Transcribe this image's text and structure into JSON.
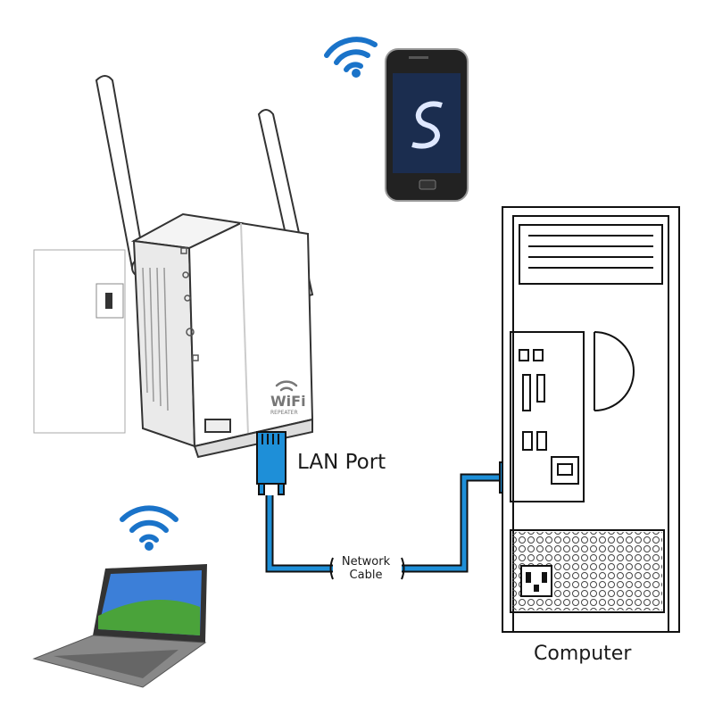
{
  "labels": {
    "lan_port": "LAN Port",
    "network_cable_line1": "Network",
    "network_cable_line2": "Cable",
    "computer": "Computer"
  },
  "device": {
    "logo_text": "WiFi",
    "logo_subtext": "REPEATER"
  },
  "colors": {
    "cable": "#1e8fd8",
    "wifi_signal": "#1a73c9",
    "outline": "#222222"
  }
}
